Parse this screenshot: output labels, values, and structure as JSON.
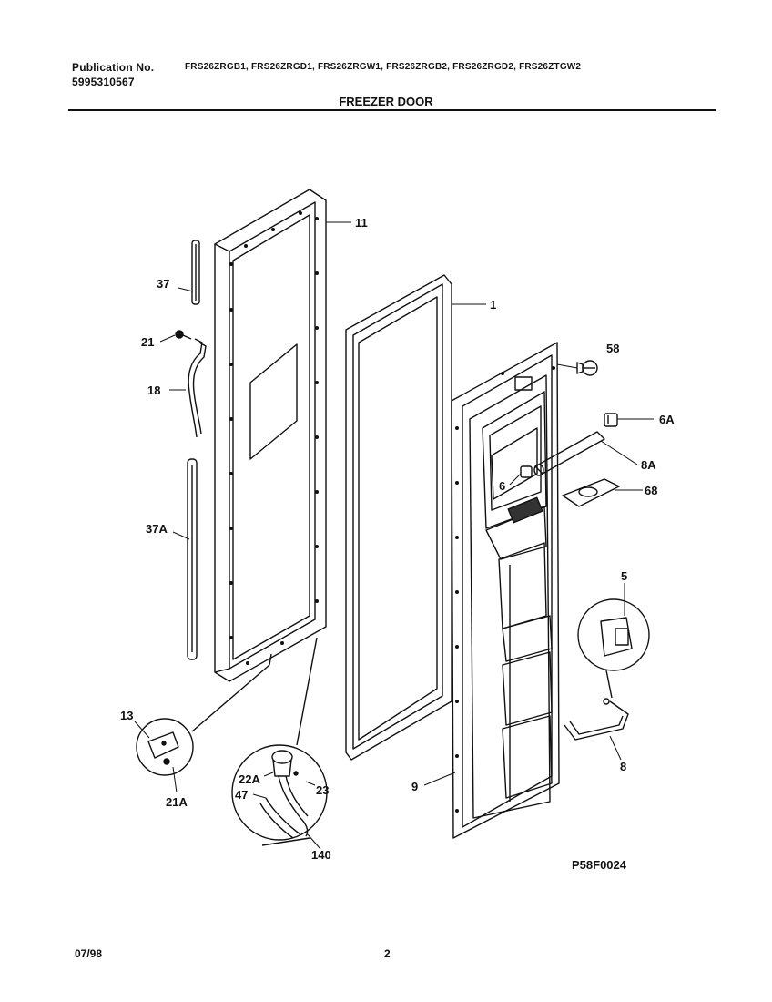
{
  "header": {
    "publication_label": "Publication No.",
    "publication_number": "5995310567",
    "models": "FRS26ZRGB1, FRS26ZRGD1, FRS26ZRGW1, FRS26ZRGB2, FRS26ZRGD2, FRS26ZTGW2"
  },
  "title": "FREEZER DOOR",
  "callouts": {
    "c11": "11",
    "c37": "37",
    "c21": "21",
    "c18": "18",
    "c1": "1",
    "c58": "58",
    "c6A": "6A",
    "c6": "6",
    "c8A": "8A",
    "c68": "68",
    "c37A": "37A",
    "c5": "5",
    "c13": "13",
    "c21A": "21A",
    "c22A": "22A",
    "c23": "23",
    "c47": "47",
    "c140": "140",
    "c9": "9",
    "c8": "8"
  },
  "figure_code": "P58F0024",
  "footer": {
    "date": "07/98",
    "page": "2"
  }
}
